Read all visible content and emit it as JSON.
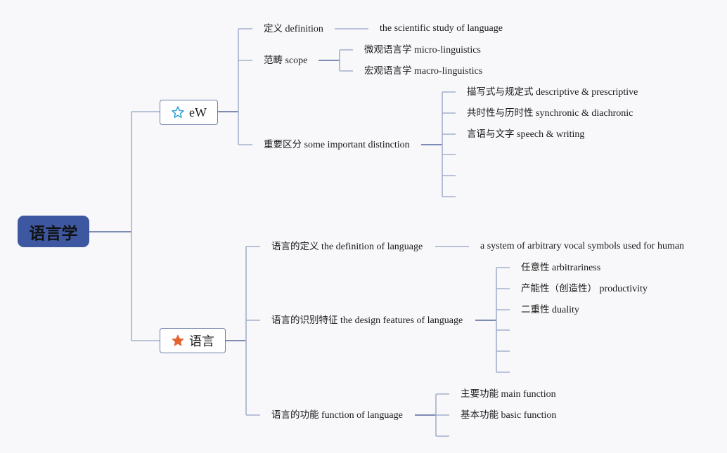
{
  "colors": {
    "root_fill": "#3d57a0",
    "line_dark": "#55699e",
    "line_light": "#a3afcc",
    "star_outline": "#2c9fd9",
    "star_filled": "#e4622f",
    "background": "#f8f8fa"
  },
  "root": {
    "label": "语言学"
  },
  "branches": [
    {
      "id": "ew",
      "label": "eW",
      "icon": "star-outline-icon",
      "children": [
        {
          "cjk": "定义",
          "en": "definition",
          "children": [
            {
              "cjk": "",
              "en": "the scientific study of language"
            }
          ]
        },
        {
          "cjk": "范畴",
          "en": "scope",
          "children": [
            {
              "cjk": "微观语言学",
              "en": "micro-linguistics"
            },
            {
              "cjk": "宏观语言学",
              "en": "macro-linguistics"
            }
          ]
        },
        {
          "cjk": "重要区分",
          "en": "some important distinction",
          "children": [
            {
              "cjk": "描写式与规定式",
              "en": "descriptive & prescriptive"
            },
            {
              "cjk": "共时性与历时性",
              "en": "synchronic & diachronic"
            },
            {
              "cjk": "言语与文字",
              "en": "speech & writing"
            },
            {
              "cjk": "",
              "en": ""
            },
            {
              "cjk": "",
              "en": ""
            },
            {
              "cjk": "",
              "en": ""
            }
          ]
        }
      ]
    },
    {
      "id": "yuyan",
      "label": "语言",
      "icon": "star-filled-icon",
      "children": [
        {
          "cjk": "语言的定义",
          "en": "the definition of language",
          "children": [
            {
              "cjk": "",
              "en": "a system of arbitrary vocal symbols used for human"
            }
          ]
        },
        {
          "cjk": "语言的识别特征",
          "en": "the design features of language",
          "children": [
            {
              "cjk": "任意性",
              "en": "arbitrariness"
            },
            {
              "cjk": "产能性（创造性）",
              "en": "productivity"
            },
            {
              "cjk": "二重性",
              "en": "duality"
            },
            {
              "cjk": "",
              "en": ""
            },
            {
              "cjk": "",
              "en": ""
            },
            {
              "cjk": "",
              "en": ""
            }
          ]
        },
        {
          "cjk": "语言的功能",
          "en": "function of language",
          "children": [
            {
              "cjk": "主要功能",
              "en": "main function"
            },
            {
              "cjk": "基本功能",
              "en": "basic function"
            },
            {
              "cjk": "",
              "en": ""
            }
          ]
        }
      ]
    }
  ]
}
